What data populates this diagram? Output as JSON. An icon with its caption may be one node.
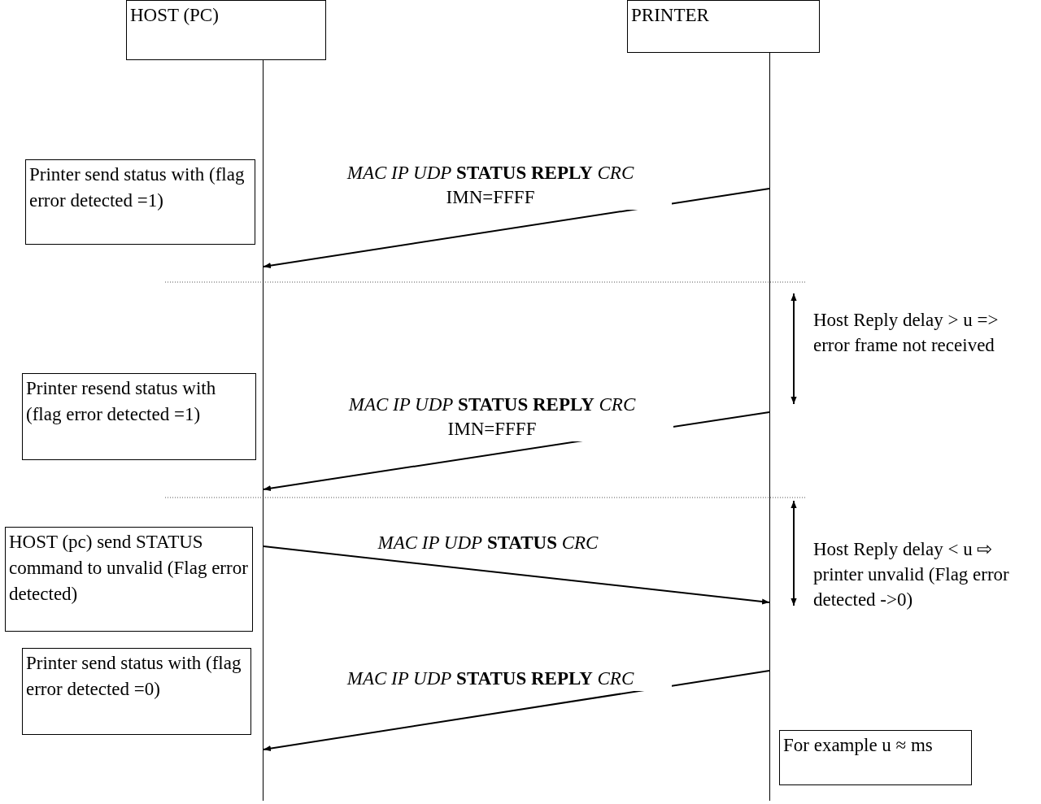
{
  "diagram": {
    "nodes": [
      {
        "text": [
          "HOST (PC)"
        ]
      },
      {
        "text": [
          "PRINTER"
        ]
      },
      {
        "text": [],
        "shape": "line"
      },
      {
        "text": [],
        "shape": "line"
      },
      {
        "text": [
          "Printer send status with (flag error detected =1)"
        ]
      },
      {
        "text": [
          "Printer resend status with (flag error detected =1)"
        ]
      },
      {
        "text": [
          "HOST (pc) send STATUS command to unvalid (Flag error detected)"
        ]
      },
      {
        "text": [
          "Printer send status with (flag error detected =0)"
        ]
      },
      {
        "text": [
          "For example u ≈ ms"
        ]
      }
    ],
    "edges": [
      {
        "from": 3,
        "to": 2,
        "arrow": "to",
        "label": "*MAC IP UDP* **STATUS REPLY** *CRC* IMN=FFFF"
      },
      {
        "from": 3,
        "to": 2,
        "arrow": "to",
        "label": "*MAC IP UDP* **STATUS REPLY** *CRC* IMN=FFFF"
      },
      {
        "from": 2,
        "to": 3,
        "arrow": "to",
        "label": "*MAC IP UDP* **STATUS** *CRC*"
      },
      {
        "from": 3,
        "to": 2,
        "arrow": "to",
        "label": "*MAC IP UDP* **STATUS REPLY** *CRC*"
      }
    ],
    "labels": [
      "Host Reply delay > u => error frame not received",
      "Host Reply delay < u ⇨ printer unvalid (Flag error detected ->0)"
    ]
  }
}
